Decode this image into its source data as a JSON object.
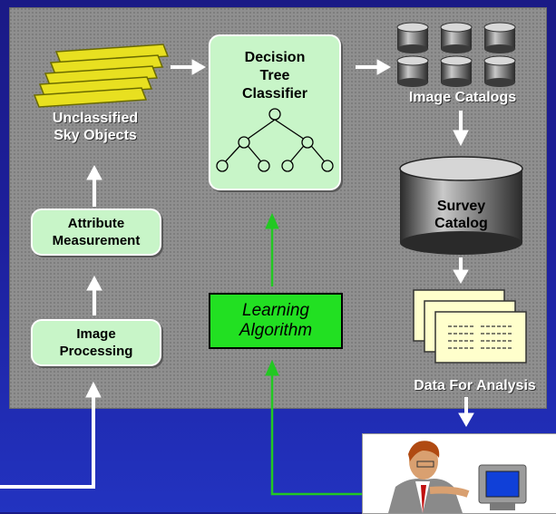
{
  "labels": {
    "unclassified": [
      "Unclassified",
      "Sky Objects"
    ],
    "decision_tree": [
      "Decision",
      "Tree",
      "Classifier"
    ],
    "image_catalogs": "Image Catalogs",
    "survey_catalog": [
      "Survey",
      "Catalog"
    ],
    "attribute_measurement": [
      "Attribute",
      "Measurement"
    ],
    "image_processing": [
      "Image",
      "Processing"
    ],
    "learning_algorithm": [
      "Learning",
      "Algorithm"
    ],
    "data_for_analysis": "Data For Analysis"
  },
  "colors": {
    "panel": "#8f8f8f",
    "background": "#1d1f9c",
    "green_box": "#c8f5c8",
    "learning_box": "#22e022",
    "green_arrow": "#22c822",
    "white_arrow": "#ffffff",
    "plate": "#e8e020",
    "page": "#ffffcc"
  },
  "icons": {
    "plates": "stacked-yellow-plates-icon",
    "catalogs": "database-cylinder-icon",
    "pages": "stacked-document-pages-icon",
    "person": "person-at-computer-icon"
  }
}
